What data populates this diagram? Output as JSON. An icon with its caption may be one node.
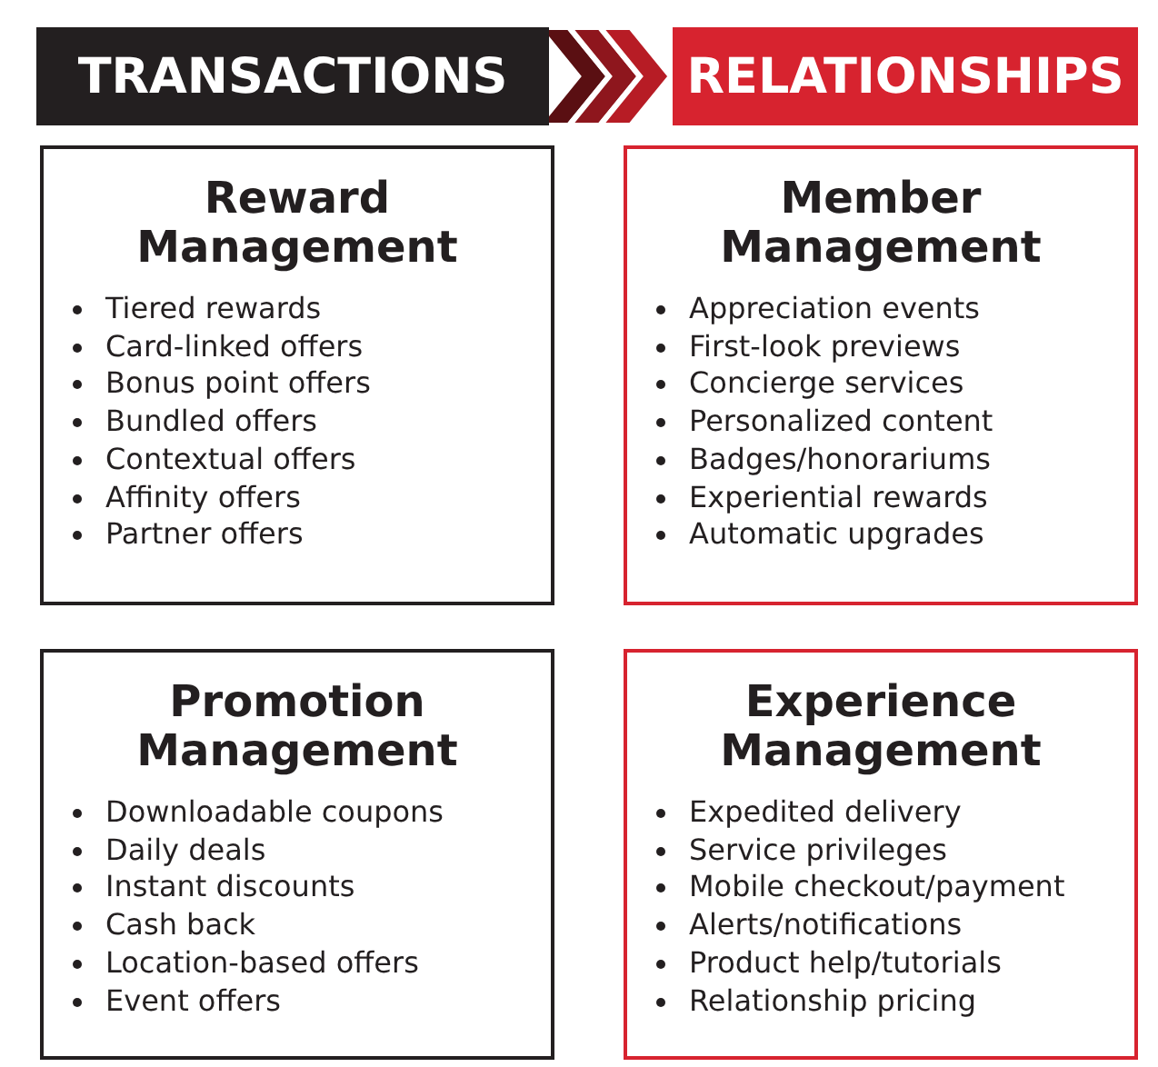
{
  "diagram": {
    "nodes": [
      {
        "text": [
          "TRANSACTIONS"
        ]
      },
      {
        "text": [
          "RELATIONSHIPS"
        ]
      },
      {
        "text": [
          "Reward Management",
          "Tiered rewards",
          "Card-linked offers",
          "Bonus point offers",
          "Bundled offers",
          "Contextual offers",
          "Affinity offers",
          "Partner offers"
        ]
      },
      {
        "text": [
          "Member Management",
          "Appreciation events",
          "First-look previews",
          "Concierge services",
          "Personalized content",
          "Badges/honorariums",
          "Experiential rewards",
          "Automatic upgrades"
        ]
      },
      {
        "text": [
          "Promotion Management",
          "Downloadable coupons",
          "Daily deals",
          "Instant discounts",
          "Cash back",
          "Location-based offers",
          "Event offers"
        ]
      },
      {
        "text": [
          "Experience Management",
          "Expedited delivery",
          "Service privileges",
          "Mobile checkout/payment",
          "Alerts/notifications",
          "Product help/tutorials",
          "Relationship pricing"
        ]
      }
    ],
    "edges": [
      {
        "from": 0,
        "to": 1,
        "arrow": "to"
      }
    ]
  }
}
